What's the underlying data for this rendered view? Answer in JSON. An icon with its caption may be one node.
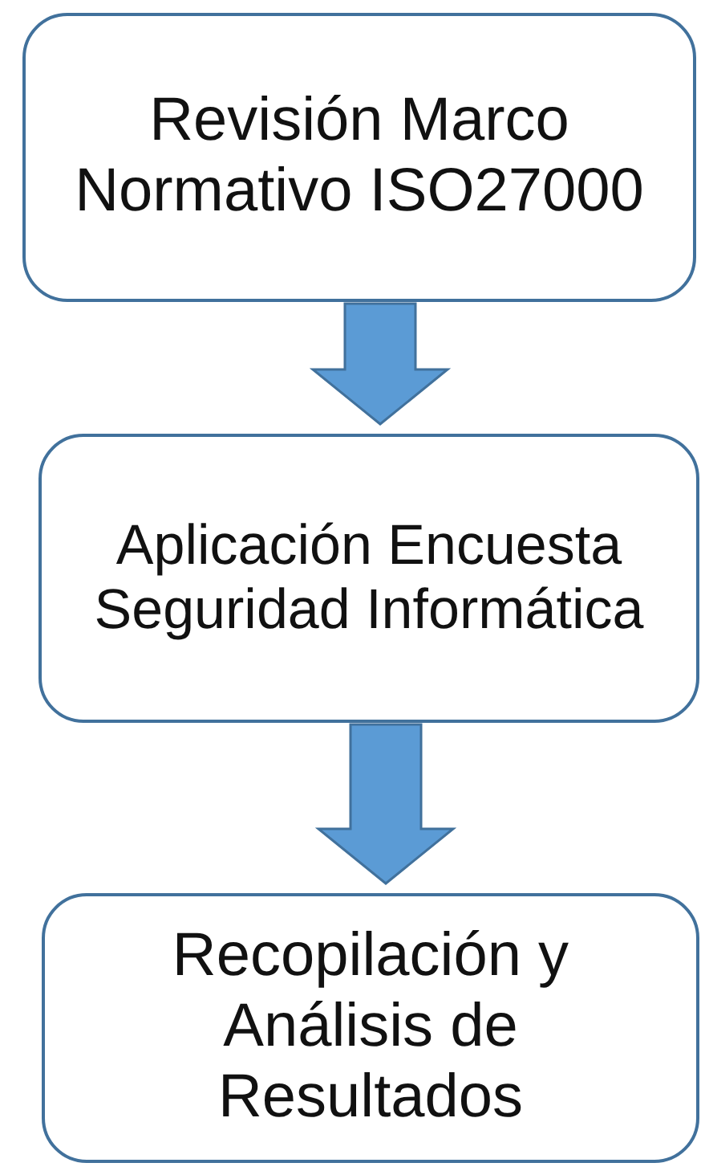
{
  "diagram": {
    "nodes": [
      {
        "text": [
          "Revisión Marco Normativo ISO27000"
        ]
      },
      {
        "text": [
          "Aplicación Encuesta Seguridad Informática"
        ]
      },
      {
        "text": [
          "Recopilación y Análisis de Resultados"
        ]
      }
    ],
    "edges": [
      {
        "from": 0,
        "to": 1,
        "arrow": "to"
      },
      {
        "from": 1,
        "to": 2,
        "arrow": "to"
      }
    ]
  }
}
